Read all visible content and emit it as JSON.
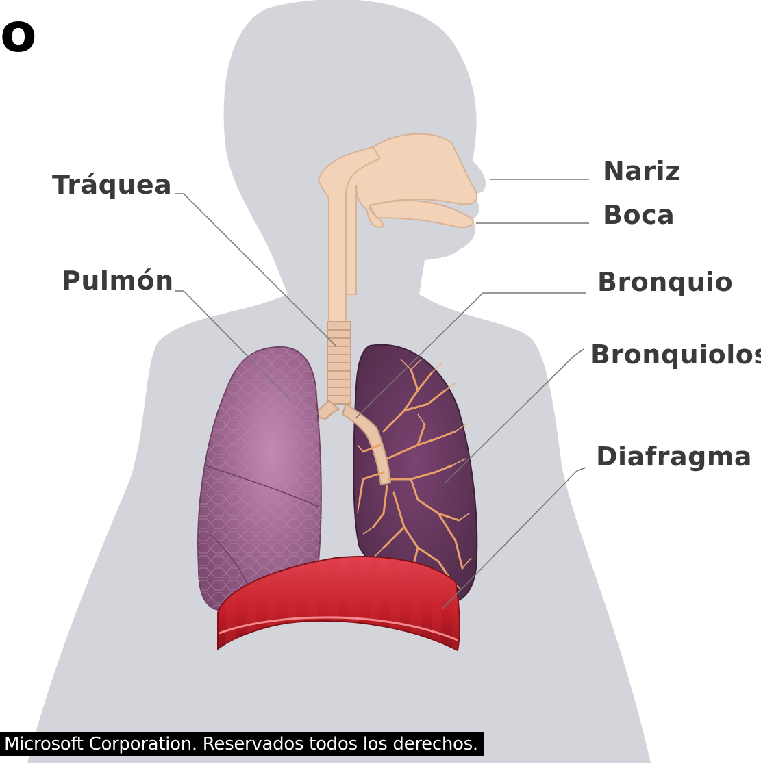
{
  "title_fragment": "o",
  "labels": {
    "traquea": "Tráquea",
    "pulmon": "Pulmón",
    "nariz": "Nariz",
    "boca": "Boca",
    "bronquio": "Bronquio",
    "bronquiolos": "Bronquiolos",
    "diafragma": "Diafragma"
  },
  "copyright": "Microsoft Corporation. Reservados todos los derechos.",
  "colors": {
    "body": "#d4d5da",
    "airway": "#f2d3b8",
    "lung_left": "#9a5f8c",
    "lung_right": "#6e3d63",
    "bronchioles": "#e8a068",
    "diaphragm": "#c8232b",
    "leader_line": "#777777"
  }
}
